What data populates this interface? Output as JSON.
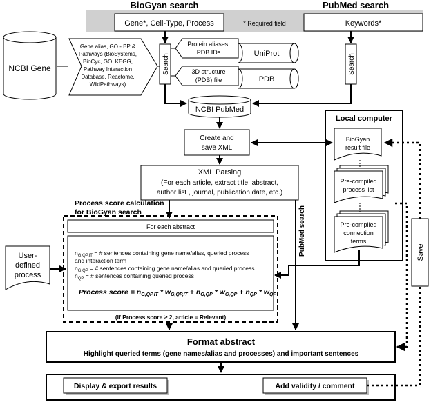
{
  "headers": {
    "biogyan_search": "BioGyan search",
    "pubmed_search": "PubMed search"
  },
  "inputs": {
    "gene_field": "Gene*, Cell-Type, Process",
    "required_note": "* Required field",
    "keywords_field": "Keywords*"
  },
  "ncbi_gene": {
    "label": "NCBI Gene",
    "sources": [
      "Gene alias, GO - BP &",
      "Pathways (BioSystems,",
      "BioCyc, GO, KEGG,",
      "Pathway Interaction",
      "Database, Reactome,",
      "WikiPathways)"
    ]
  },
  "search_labels": {
    "left": "Search",
    "right": "Search"
  },
  "uniprot": {
    "label": "UniProt",
    "note": [
      "Protein aliases,",
      "PDB IDs"
    ]
  },
  "pdb": {
    "label": "PDB",
    "note": [
      "3D structure",
      "(PDB) file"
    ]
  },
  "ncbi_pubmed": "NCBI PubMed",
  "create_xml": [
    "Create and",
    "save XML"
  ],
  "local_computer": {
    "title": "Local computer",
    "result_file": [
      "BioGyan",
      "result file"
    ],
    "process_list": [
      "Pre-compiled",
      "process list"
    ],
    "connection_terms": [
      "Pre-compiled",
      "connection",
      "terms"
    ]
  },
  "xml_parsing": {
    "title": "XML Parsing",
    "lines": [
      "(For each article, extract title, abstract,",
      "author list , journal, publication date, etc.)"
    ]
  },
  "pubmed_search_vertical": "PubMed search",
  "save_label": "Save",
  "process_score": {
    "title": [
      "Process score calculation",
      "for BioGyan search"
    ],
    "for_each": "For each abstract",
    "def1_a": "n",
    "def1_sub": "G,QP,IT",
    "def1_b": " = # sentences containing gene name/alias, queried process",
    "def1_c": "and interaction term",
    "def2_a": "n",
    "def2_sub": "G,QP",
    "def2_b": " = # sentences  containing gene name/alias and queried process",
    "def3_a": "n",
    "def3_sub": "QP",
    "def3_b": " = # sentences containing queried process",
    "formula_label": "Process score = ",
    "f_n1": "n",
    "f_n1_sub": "G,QP,IT",
    "f_w1": "w",
    "f_w1_sub": "G,QP,IT",
    "f_n2": "n",
    "f_n2_sub": "G,QP",
    "f_w2": "w",
    "f_w2_sub": "G,QP",
    "f_n3": "n",
    "f_n3_sub": "QP",
    "f_w3": "w",
    "f_w3_sub": "QP",
    "f_times": " * ",
    "f_plus": " + ",
    "relevance": "(If Process  score ≥ 2, article = Relevant)"
  },
  "user_process": [
    "User-",
    "defined",
    "process"
  ],
  "format_abstract": {
    "title": "Format abstract",
    "subtitle": "Highlight queried terms (gene names/alias and processes) and important sentences"
  },
  "display_export": "Display & export results",
  "add_validity": "Add validity / comment"
}
